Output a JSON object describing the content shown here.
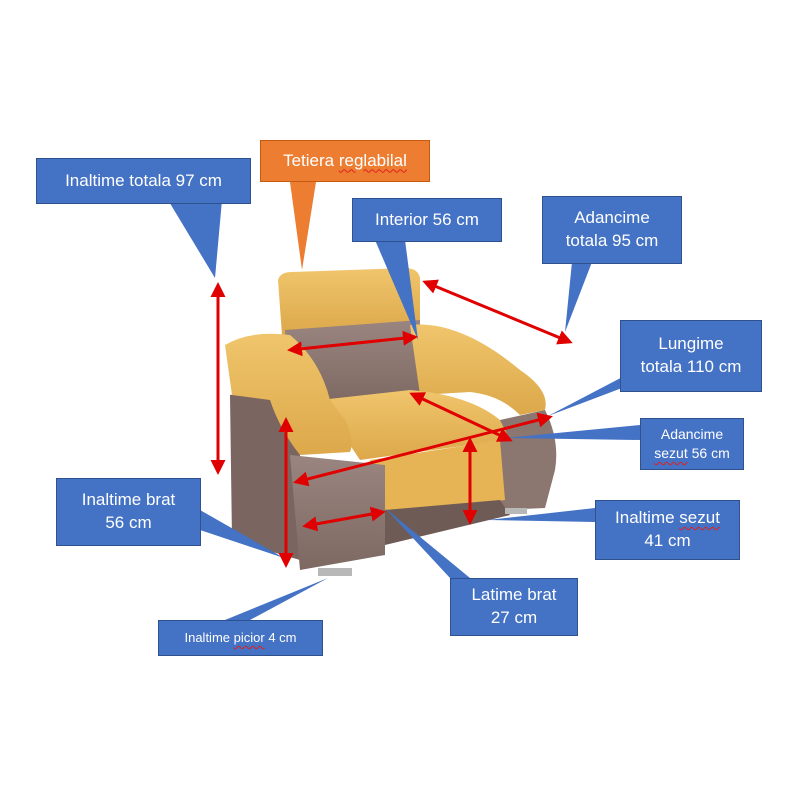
{
  "labels": {
    "inaltime_totala": "Inaltime totala 97 cm",
    "tetiera": {
      "prefix": "Tetiera ",
      "word": "reglabilal"
    },
    "interior": "Interior 56 cm",
    "adancime_totala": {
      "line1": "Adancime",
      "line2": "totala 95 cm"
    },
    "lungime_totala": {
      "line1": "Lungime",
      "line2": "totala 110 cm"
    },
    "adancime_sezut": {
      "line1": "Adancime",
      "line2_word": "sezut",
      "line2_rest": " 56 cm"
    },
    "inaltime_brat": {
      "line1": "Inaltime brat",
      "line2": "56 cm"
    },
    "inaltime_sezut": {
      "line1_prefix": "Inaltime ",
      "line1_word": "sezut",
      "line2": "41 cm"
    },
    "latime_brat": {
      "line1": "Latime brat",
      "line2": "27 cm"
    },
    "inaltime_picior": {
      "prefix": "Inaltime ",
      "word": "picior",
      "rest": " 4 cm"
    }
  },
  "colors": {
    "callout_blue": "#4472c4",
    "callout_orange": "#ed7d31",
    "arrow_red": "#e00000",
    "upholstery_yellow": "#e8b95c",
    "upholstery_taupe": "#8c7670"
  }
}
